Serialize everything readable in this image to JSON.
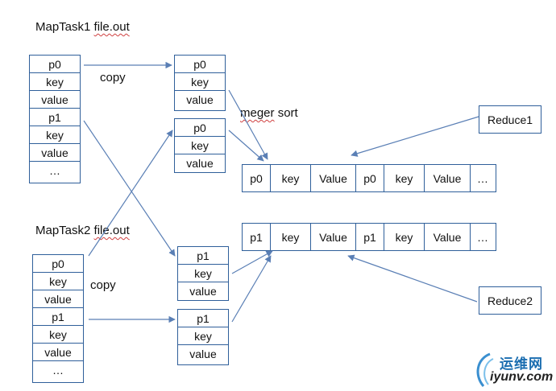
{
  "labels": {
    "maptask1": "MapTask1 file.out",
    "maptask2": "MapTask2 file.out",
    "copy1": "copy",
    "copy2": "copy",
    "meger_sort": "meger sort"
  },
  "maptask1_stack": [
    "p0",
    "key",
    "value",
    "p1",
    "key",
    "value",
    "…"
  ],
  "maptask2_stack": [
    "p0",
    "key",
    "value",
    "p1",
    "key",
    "value",
    "…"
  ],
  "copied_p0_a": [
    "p0",
    "key",
    "value"
  ],
  "copied_p0_b": [
    "p0",
    "key",
    "value"
  ],
  "copied_p1_a": [
    "p1",
    "key",
    "value"
  ],
  "copied_p1_b": [
    "p1",
    "key",
    "value"
  ],
  "merged_p0_row": [
    "p0",
    "key",
    "Value",
    "p0",
    "key",
    "Value",
    "…"
  ],
  "merged_p1_row": [
    "p1",
    "key",
    "Value",
    "p1",
    "key",
    "Value",
    "…"
  ],
  "reducers": {
    "reduce1": "Reduce1",
    "reduce2": "Reduce2"
  },
  "watermark": {
    "cn": "运维网",
    "domain": "iyunv.com"
  },
  "colors": {
    "box_border": "#2f5f9a",
    "arrow": "#5a7fb5"
  }
}
